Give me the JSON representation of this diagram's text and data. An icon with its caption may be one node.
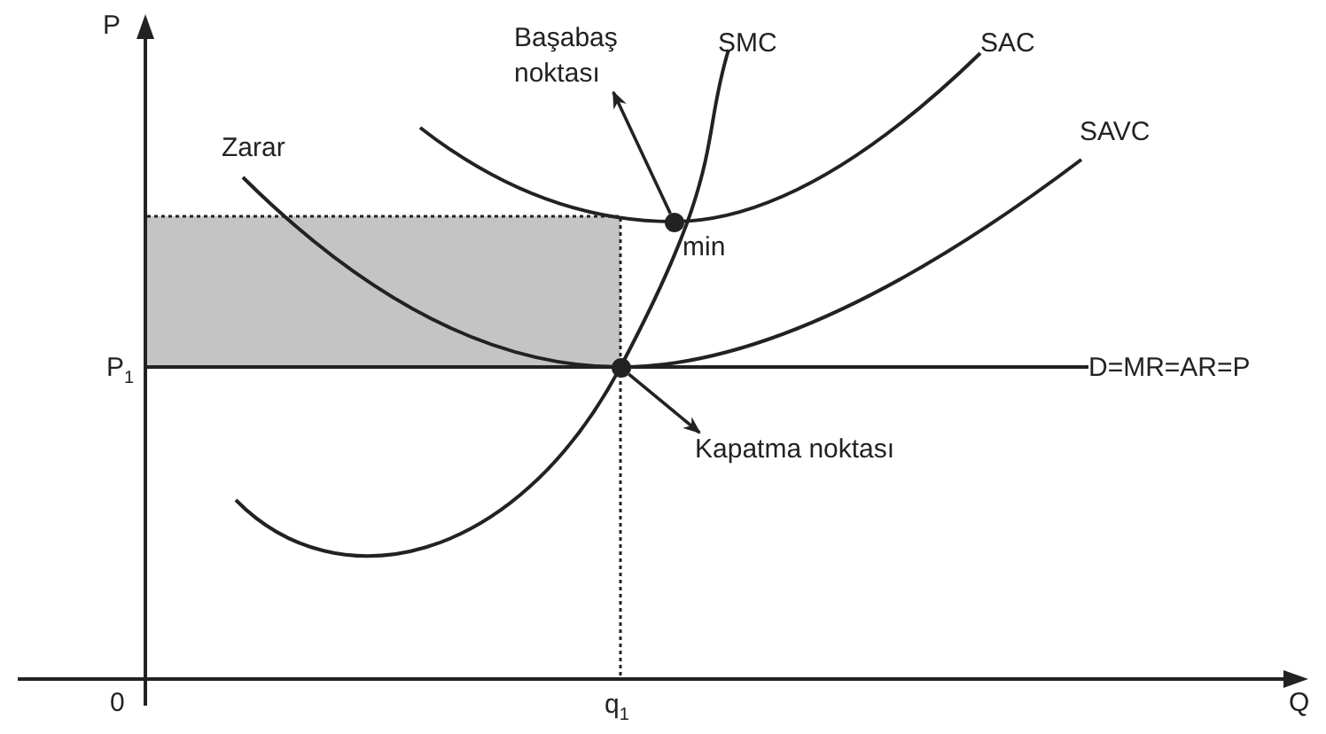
{
  "diagram": {
    "nodes": [
      {
        "text": [
          "Başabaş noktası"
        ]
      },
      {
        "text": [],
        "shape": "circle"
      },
      {
        "text": [],
        "shape": "circle"
      },
      {
        "text": [
          "Kapatma noktası"
        ]
      }
    ],
    "edges": [
      {
        "from": 1,
        "to": 0,
        "arrow": "to"
      },
      {
        "from": 2,
        "to": 3,
        "arrow": "to"
      }
    ],
    "labels": [
      "P",
      "SMC",
      "SAC",
      "Zarar",
      "SAVC",
      "min",
      "P$_{1}$",
      "D=MR=AR=P",
      "0",
      "q$_{1}$",
      "Q"
    ]
  }
}
